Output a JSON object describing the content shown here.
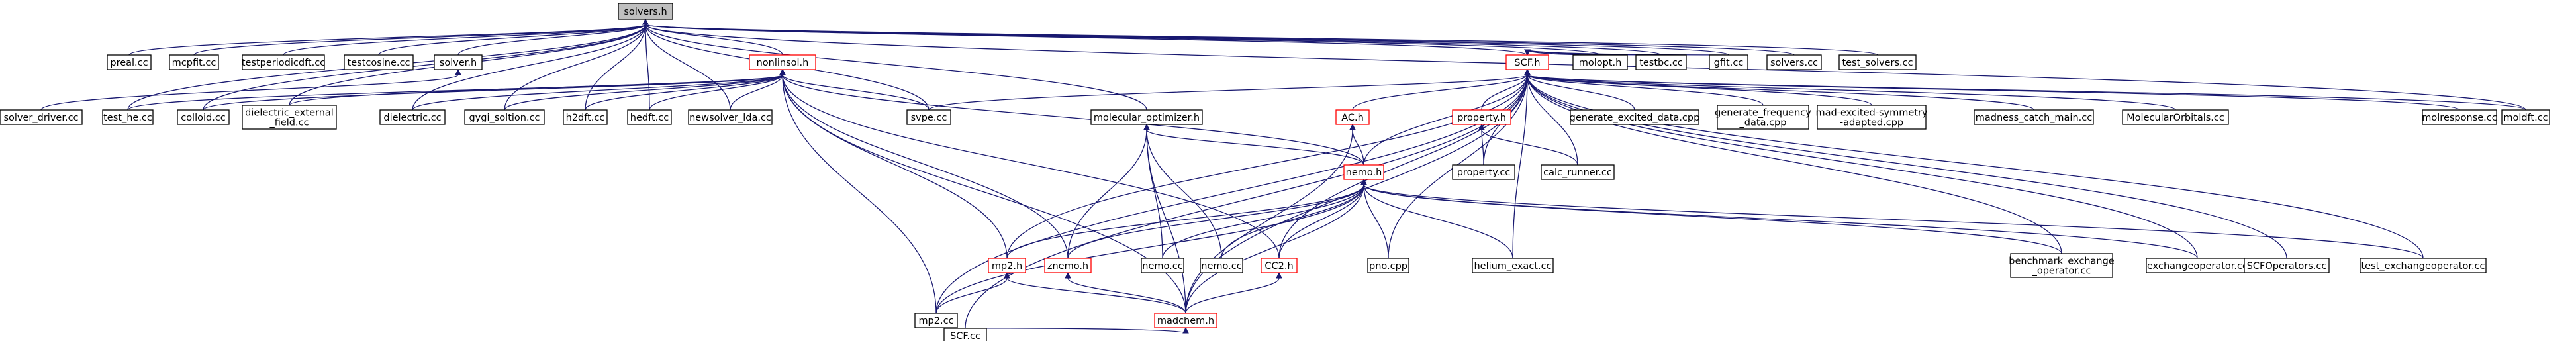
{
  "graph": {
    "colors": {
      "edge": "#191970",
      "root_fill": "#bfbfbf",
      "red_border": "#ff0000",
      "normal_border": "#000000"
    },
    "nodes": [
      {
        "id": "solvers_h",
        "label": "solvers.h",
        "style": "root"
      },
      {
        "id": "preal",
        "label": "preal.cc",
        "style": "normal"
      },
      {
        "id": "mcpfit",
        "label": "mcpfit.cc",
        "style": "normal"
      },
      {
        "id": "testperiodicdft",
        "label": "testperiodicdft.cc",
        "style": "normal"
      },
      {
        "id": "testcosine",
        "label": "testcosine.cc",
        "style": "normal"
      },
      {
        "id": "solver_h",
        "label": "solver.h",
        "style": "normal"
      },
      {
        "id": "nonlinsol",
        "label": "nonlinsol.h",
        "style": "red"
      },
      {
        "id": "scf_h",
        "label": "SCF.h",
        "style": "red"
      },
      {
        "id": "molopt",
        "label": "molopt.h",
        "style": "normal"
      },
      {
        "id": "testbc",
        "label": "testbc.cc",
        "style": "normal"
      },
      {
        "id": "gfit",
        "label": "gfit.cc",
        "style": "normal"
      },
      {
        "id": "solvers_cc",
        "label": "solvers.cc",
        "style": "normal"
      },
      {
        "id": "test_solvers",
        "label": "test_solvers.cc",
        "style": "normal"
      },
      {
        "id": "solver_driver",
        "label": "solver_driver.cc",
        "style": "normal"
      },
      {
        "id": "test_he",
        "label": "test_he.cc",
        "style": "normal"
      },
      {
        "id": "colloid",
        "label": "colloid.cc",
        "style": "normal"
      },
      {
        "id": "dielectric_ext",
        "label": "dielectric_external\n_field.cc",
        "style": "normal"
      },
      {
        "id": "dielectric",
        "label": "dielectric.cc",
        "style": "normal"
      },
      {
        "id": "gygi",
        "label": "gygi_soltion.cc",
        "style": "normal"
      },
      {
        "id": "h2dft",
        "label": "h2dft.cc",
        "style": "normal"
      },
      {
        "id": "hedft",
        "label": "hedft.cc",
        "style": "normal"
      },
      {
        "id": "newsolver",
        "label": "newsolver_lda.cc",
        "style": "normal"
      },
      {
        "id": "svpe",
        "label": "svpe.cc",
        "style": "normal"
      },
      {
        "id": "molopt_h",
        "label": "molecular_optimizer.h",
        "style": "normal"
      },
      {
        "id": "ac_h",
        "label": "AC.h",
        "style": "red"
      },
      {
        "id": "property_h",
        "label": "property.h",
        "style": "red"
      },
      {
        "id": "gen_excited",
        "label": "generate_excited_data.cpp",
        "style": "normal"
      },
      {
        "id": "gen_freq",
        "label": "generate_frequency\n_data.cpp",
        "style": "normal"
      },
      {
        "id": "mad_excited",
        "label": "mad-excited-symmetry\n-adapted.cpp",
        "style": "normal"
      },
      {
        "id": "madness_catch",
        "label": "madness_catch_main.cc",
        "style": "normal"
      },
      {
        "id": "molorb",
        "label": "MolecularOrbitals.cc",
        "style": "normal"
      },
      {
        "id": "molresponse",
        "label": "molresponse.cc",
        "style": "normal"
      },
      {
        "id": "moldft",
        "label": "moldft.cc",
        "style": "normal"
      },
      {
        "id": "property_cc",
        "label": "property.cc",
        "style": "normal"
      },
      {
        "id": "calc_runner",
        "label": "calc_runner.cc",
        "style": "normal"
      },
      {
        "id": "nemo_h",
        "label": "nemo.h",
        "style": "red"
      },
      {
        "id": "mp2_h",
        "label": "mp2.h",
        "style": "red"
      },
      {
        "id": "znemo_h",
        "label": "znemo.h",
        "style": "red"
      },
      {
        "id": "nemo_cc1",
        "label": "nemo.cc",
        "style": "normal"
      },
      {
        "id": "nemo_cc2",
        "label": "nemo.cc",
        "style": "normal"
      },
      {
        "id": "cc2_h",
        "label": "CC2.h",
        "style": "red"
      },
      {
        "id": "pno",
        "label": "pno.cpp",
        "style": "normal"
      },
      {
        "id": "helium",
        "label": "helium_exact.cc",
        "style": "normal"
      },
      {
        "id": "benchmark",
        "label": "benchmark_exchange\n_operator.cc",
        "style": "normal"
      },
      {
        "id": "exchangeop",
        "label": "exchangeoperator.cc",
        "style": "normal"
      },
      {
        "id": "scfops",
        "label": "SCFOperators.cc",
        "style": "normal"
      },
      {
        "id": "test_exch",
        "label": "test_exchangeoperator.cc",
        "style": "normal"
      },
      {
        "id": "mp2_cc",
        "label": "mp2.cc",
        "style": "normal"
      },
      {
        "id": "madchem",
        "label": "madchem.h",
        "style": "red"
      },
      {
        "id": "scf_cc",
        "label": "SCF.cc",
        "style": "normal"
      }
    ],
    "edges": [
      [
        "preal",
        "solvers_h"
      ],
      [
        "mcpfit",
        "solvers_h"
      ],
      [
        "testperiodicdft",
        "solvers_h"
      ],
      [
        "testcosine",
        "solvers_h"
      ],
      [
        "solver_h",
        "solvers_h"
      ],
      [
        "nonlinsol",
        "solvers_h"
      ],
      [
        "scf_h",
        "solvers_h"
      ],
      [
        "molopt",
        "solvers_h"
      ],
      [
        "testbc",
        "solvers_h"
      ],
      [
        "gfit",
        "solvers_h"
      ],
      [
        "solvers_cc",
        "solvers_h"
      ],
      [
        "test_solvers",
        "solvers_h"
      ],
      [
        "test_he",
        "solvers_h"
      ],
      [
        "colloid",
        "solvers_h"
      ],
      [
        "dielectric_ext",
        "solvers_h"
      ],
      [
        "dielectric",
        "solvers_h"
      ],
      [
        "gygi",
        "solvers_h"
      ],
      [
        "h2dft",
        "solvers_h"
      ],
      [
        "hedft",
        "solvers_h"
      ],
      [
        "newsolver",
        "solvers_h"
      ],
      [
        "svpe",
        "solvers_h"
      ],
      [
        "molopt_h",
        "solvers_h"
      ],
      [
        "moldft",
        "solvers_h"
      ],
      [
        "solver_driver",
        "solver_h"
      ],
      [
        "test_he",
        "nonlinsol"
      ],
      [
        "colloid",
        "nonlinsol"
      ],
      [
        "dielectric_ext",
        "nonlinsol"
      ],
      [
        "dielectric",
        "nonlinsol"
      ],
      [
        "gygi",
        "nonlinsol"
      ],
      [
        "h2dft",
        "nonlinsol"
      ],
      [
        "hedft",
        "nonlinsol"
      ],
      [
        "newsolver",
        "nonlinsol"
      ],
      [
        "svpe",
        "nonlinsol"
      ],
      [
        "mp2_h",
        "nonlinsol"
      ],
      [
        "znemo_h",
        "nonlinsol"
      ],
      [
        "nemo_h",
        "nonlinsol"
      ],
      [
        "cc2_h",
        "nonlinsol"
      ],
      [
        "madchem",
        "nonlinsol"
      ],
      [
        "mp2_cc",
        "nonlinsol"
      ],
      [
        "molopt",
        "scf_h"
      ],
      [
        "testbc",
        "scf_h"
      ],
      [
        "gfit",
        "scf_h"
      ],
      [
        "svpe",
        "scf_h"
      ],
      [
        "ac_h",
        "scf_h"
      ],
      [
        "property_h",
        "scf_h"
      ],
      [
        "gen_excited",
        "scf_h"
      ],
      [
        "gen_freq",
        "scf_h"
      ],
      [
        "mad_excited",
        "scf_h"
      ],
      [
        "madness_catch",
        "scf_h"
      ],
      [
        "molorb",
        "scf_h"
      ],
      [
        "molresponse",
        "scf_h"
      ],
      [
        "moldft",
        "scf_h"
      ],
      [
        "property_cc",
        "scf_h"
      ],
      [
        "calc_runner",
        "scf_h"
      ],
      [
        "nemo_h",
        "scf_h"
      ],
      [
        "mp2_h",
        "scf_h"
      ],
      [
        "cc2_h",
        "scf_h"
      ],
      [
        "pno",
        "scf_h"
      ],
      [
        "helium",
        "scf_h"
      ],
      [
        "benchmark",
        "scf_h"
      ],
      [
        "exchangeop",
        "scf_h"
      ],
      [
        "scfops",
        "scf_h"
      ],
      [
        "test_exch",
        "scf_h"
      ],
      [
        "madchem",
        "scf_h"
      ],
      [
        "scf_cc",
        "scf_h"
      ],
      [
        "mp2_cc",
        "scf_h"
      ],
      [
        "nemo_h",
        "molopt_h"
      ],
      [
        "znemo_h",
        "molopt_h"
      ],
      [
        "nemo_cc1",
        "molopt_h"
      ],
      [
        "nemo_cc2",
        "molopt_h"
      ],
      [
        "madchem",
        "molopt_h"
      ],
      [
        "nemo_h",
        "ac_h"
      ],
      [
        "madchem",
        "ac_h"
      ],
      [
        "property_cc",
        "property_h"
      ],
      [
        "calc_runner",
        "property_h"
      ],
      [
        "mp2_h",
        "nemo_h"
      ],
      [
        "znemo_h",
        "nemo_h"
      ],
      [
        "nemo_cc1",
        "nemo_h"
      ],
      [
        "nemo_cc2",
        "nemo_h"
      ],
      [
        "cc2_h",
        "nemo_h"
      ],
      [
        "pno",
        "nemo_h"
      ],
      [
        "helium",
        "nemo_h"
      ],
      [
        "benchmark",
        "nemo_h"
      ],
      [
        "exchangeop",
        "nemo_h"
      ],
      [
        "test_exch",
        "nemo_h"
      ],
      [
        "madchem",
        "nemo_h"
      ],
      [
        "mp2_cc",
        "nemo_h"
      ],
      [
        "madchem",
        "mp2_h"
      ],
      [
        "mp2_cc",
        "mp2_h"
      ],
      [
        "madchem",
        "znemo_h"
      ],
      [
        "madchem",
        "cc2_h"
      ],
      [
        "scf_cc",
        "madchem"
      ]
    ]
  }
}
